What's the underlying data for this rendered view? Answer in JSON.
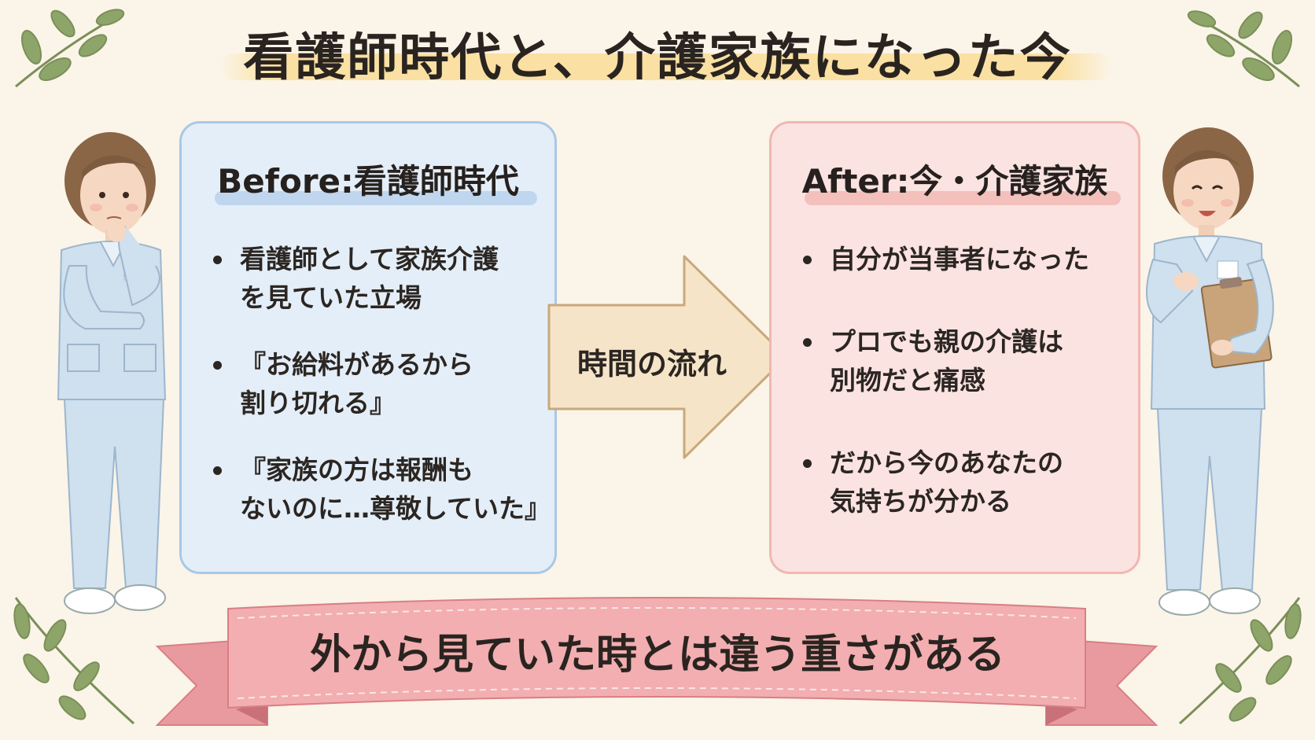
{
  "title": "看護師時代と、介護家族になった今",
  "before": {
    "heading": "Before:看護師時代",
    "bullets": [
      "看護師として家族介護\nを見ていた立場",
      "『お給料があるから\n割り切れる』",
      "『家族の方は報酬も\nないのに…尊敬していた』"
    ]
  },
  "arrow": {
    "label": "時間の流れ"
  },
  "after": {
    "heading": "After:今・介護家族",
    "bullets": [
      "自分が当事者になった",
      "プロでも親の介護は\n別物だと痛感",
      "だから今のあなたの\n気持ちが分かる"
    ]
  },
  "ribbon": {
    "text": "外から見ていた時とは違う重さがある"
  },
  "colors": {
    "background": "#fbf4e8",
    "before_panel": "#e4eef8",
    "before_border": "#a9c8e6",
    "after_panel": "#fbe3e1",
    "after_border": "#f1b7b2",
    "arrow": "#f6e4c8",
    "ribbon": "#f2aeb0",
    "leaf": "#8ea56a",
    "uniform": "#cfe0ee"
  },
  "icons": [
    "leaf-branch-icon",
    "nurse-thinking-figure",
    "nurse-with-clipboard-figure"
  ]
}
